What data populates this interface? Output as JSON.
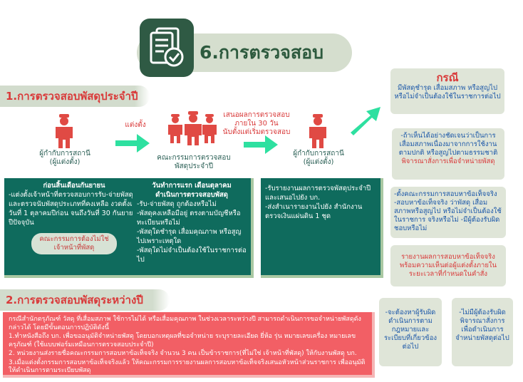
{
  "title": "6.การตรวจสอบ",
  "colors": {
    "primary_green": "#0f6b5d",
    "title_green": "#2d5a3e",
    "red": "#d93a3a",
    "pink": "#f25f65",
    "sage": "#d2dccd",
    "arrow": "#2ee0a0",
    "person_red": "#e04a44"
  },
  "section1": {
    "heading": "1.การตรวจสอบพัสดุประจำปี",
    "appoint_label": "แต่งตั้ง",
    "submit_label": "เสนอผลการตรวจสอบ\nภายใน 30 วัน\nนับตั้งแต่เริ่มตรวจสอบ",
    "person1_label": "ผู้กำกับการสถานี\n(ผู้แต่งตั้ง)",
    "committee_label": "คณะกรรมการตรวจสอบ\nพัสดุประจำปี",
    "person2_label": "ผู้กำกับการสถานี\n(ผู้แต่งตั้ง)",
    "box1_head": "ก่อนสิ้นเดือนกันยายน",
    "box1_text": "-แต่งตั้งเจ้าหน้าที่ตรวจสอบการรับ-จ่ายพัสดุและตรวจนับพัสดุประเภทที่คงเหลือ งวดตั้งแต่ วันที่ 1 ตุลาคมปีก่อน จนถึงวันที่ 30 กันยายน ปีปัจจุบัน",
    "box1_note": "คณะกรรมการต้องไม่ใช่\nเจ้าหน้าที่พัสดุ",
    "box2_head": "วันทำการแรก เดือนตุลาคม\nดำเนินการตรวจสอบพัสดุ",
    "box2_items": [
      "-รับ-จ่ายพัสดุ ถูกต้องหรือไม่",
      "-พัสดุคงเหลือมีอยู่ ตรงตามบัญชีหรือทะเบียนหรือไม่",
      "-พัสดุใดชำรุด เสื่อมคุณภาพ หรือสูญไปเพราะเหตุใด",
      "-พัสดุใดไม่จำเป็นต้องใช้ในราชการต่อไป"
    ],
    "box3_items": [
      "-รับรายงานผลการตรวจพัสดุประจำปีและเสนอไปยัง บก.",
      "-ส่งสำเนารายงานไปยัง สำนักงานตรวจเงินแผ่นดิน 1 ชุด"
    ]
  },
  "right": {
    "case_title": "กรณี",
    "case_text": "มีพัสดุชำรุด เสื่อมสภาพ หรือสูญไปหรือไม่จำเป็นต้องใช้ในราชการต่อไป",
    "card1_text": "-ถ้าเห็นได้อย่างชัดเจนว่าเป็นการเสื่อมสภาพเนื่องมาจากการใช้งานตามปกติ หรือสูญไปตามธรรมชาติ",
    "card1_red": "พิจารณาสั่งการเพื่อจำหน่ายพัสดุ",
    "card2_text": "-ตั้งคณะกรรมการสอบหาข้อเท็จจริง -สอบหาข้อเท็จจริง ว่าพัสดุ เสื่อมสภาพหรือสูญไป หรือไม่จำเป็นต้องใช้ในราชการ จริงหรือไม่ -มีผู้ต้องรับผิดชอบหรือไม่",
    "card3_red": "รายงานผลการสอบหาข้อเท็จจริงพร้อมความเห็นต่อผู้แต่งตั้งภายในระยะเวลาที่กำหนดในคำสั่ง",
    "card4_text": "-จะต้องหาผู้รับผิด ดำเนินการตามกฎหมายและระเบียบที่เกี่ยวข้องต่อไป",
    "card5_text": "-ไม่มีผู้ต้องรับผิด พิจารณาสั่งการเพื่อดำเนินการจำหน่ายพัสดุต่อไป"
  },
  "section2": {
    "heading": "2.การตรวจสอบพัสดุระหว่างปี",
    "intro": "กรณีสำนักตรุภัณฑ์ วัสดุ ที่เสื่อมสภาพ ใช้การไม่ได้ หรือเสื่อมคุณภาพ ในช่วงเวลาระหว่างปี สามารถดำเนินการขอจำหน่ายพัสดุดังกล่าวได้ โดยมีขั้นตอนการปฏิบัติดังนี้",
    "steps": [
      "1.ทำหนังสือถึง บก. เพื่อขออนุมัติจำหน่ายพัสดุ โดยบอกเหตุผลที่ขอจำหน่าย ระบุรายละเอียด ยี่ห้อ รุ่น หมายเลขเครื่อง หมายเลขครุภัณฑ์ (ใช้แบบฟอร์มเหมือนการตรวจสอบประจำปี)",
      "2. หน่วยงานส่งรายชื่อคณะกรรมการสอบหาข้อเท็จจริง จำนวน 3 คน เป็นข้าราชการ(ที่ไม่ใช่ เจ้าหน้าที่พัสดุ) ให้กับงานพัสดุ บก.",
      "3.เมื่อแต่งตั้งกรรมการสอบหาข้อเท็จจริงแล้ว ให้คณะกรรมการรายงานผลการสอบหาข้อเท็จจริงเสนอหัวหน้าส่วนราชการ เพื่ออนุมัติให้ดำเนินการตามระเบียบพัสดุ"
    ]
  }
}
